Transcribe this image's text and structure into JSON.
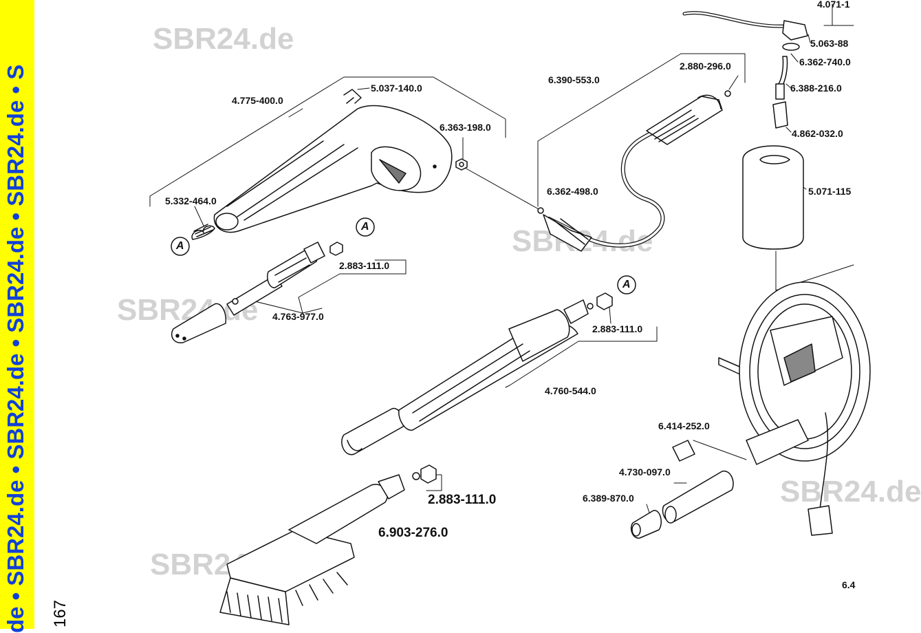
{
  "sidebar": {
    "text": "de • SBR24.de • SBR24.de • SBR24.de • SBR24.de • S"
  },
  "page_number": "167",
  "watermarks": [
    "SBR24.de",
    "SBR24.de",
    "SBR24.de",
    "SBR24.de",
    "SBR24.de"
  ],
  "parts": {
    "p4775400": "4.775-400.0",
    "p5037140": "5.037-140.0",
    "p6363198": "6.363-198.0",
    "p5332464": "5.332-464.0",
    "p2883111a": "2.883-111.0",
    "p4763977": "4.763-977.0",
    "p6390553": "6.390-553.0",
    "p2880296": "2.880-296.0",
    "p6362498": "6.362-498.0",
    "p2883111b": "2.883-111.0",
    "p4760544": "4.760-544.0",
    "p2883111c": "2.883-111.0",
    "p6903276": "6.903-276.0",
    "p4071": "4.071-1",
    "p5063": "5.063-88",
    "p6362740": "6.362-740.0",
    "p6388216": "6.388-216.0",
    "p4862032": "4.862-032.0",
    "p5071": "5.071-115",
    "p6414252": "6.414-252.0",
    "p4730097": "4.730-097.0",
    "p6389870": "6.389-870.0",
    "p64": "6.4"
  },
  "callouts": [
    "A",
    "A",
    "A"
  ],
  "colors": {
    "sidebar_bg": "#ffff00",
    "sidebar_text": "#1040d8",
    "watermark": "#d2d2d2",
    "ink": "#111111"
  }
}
